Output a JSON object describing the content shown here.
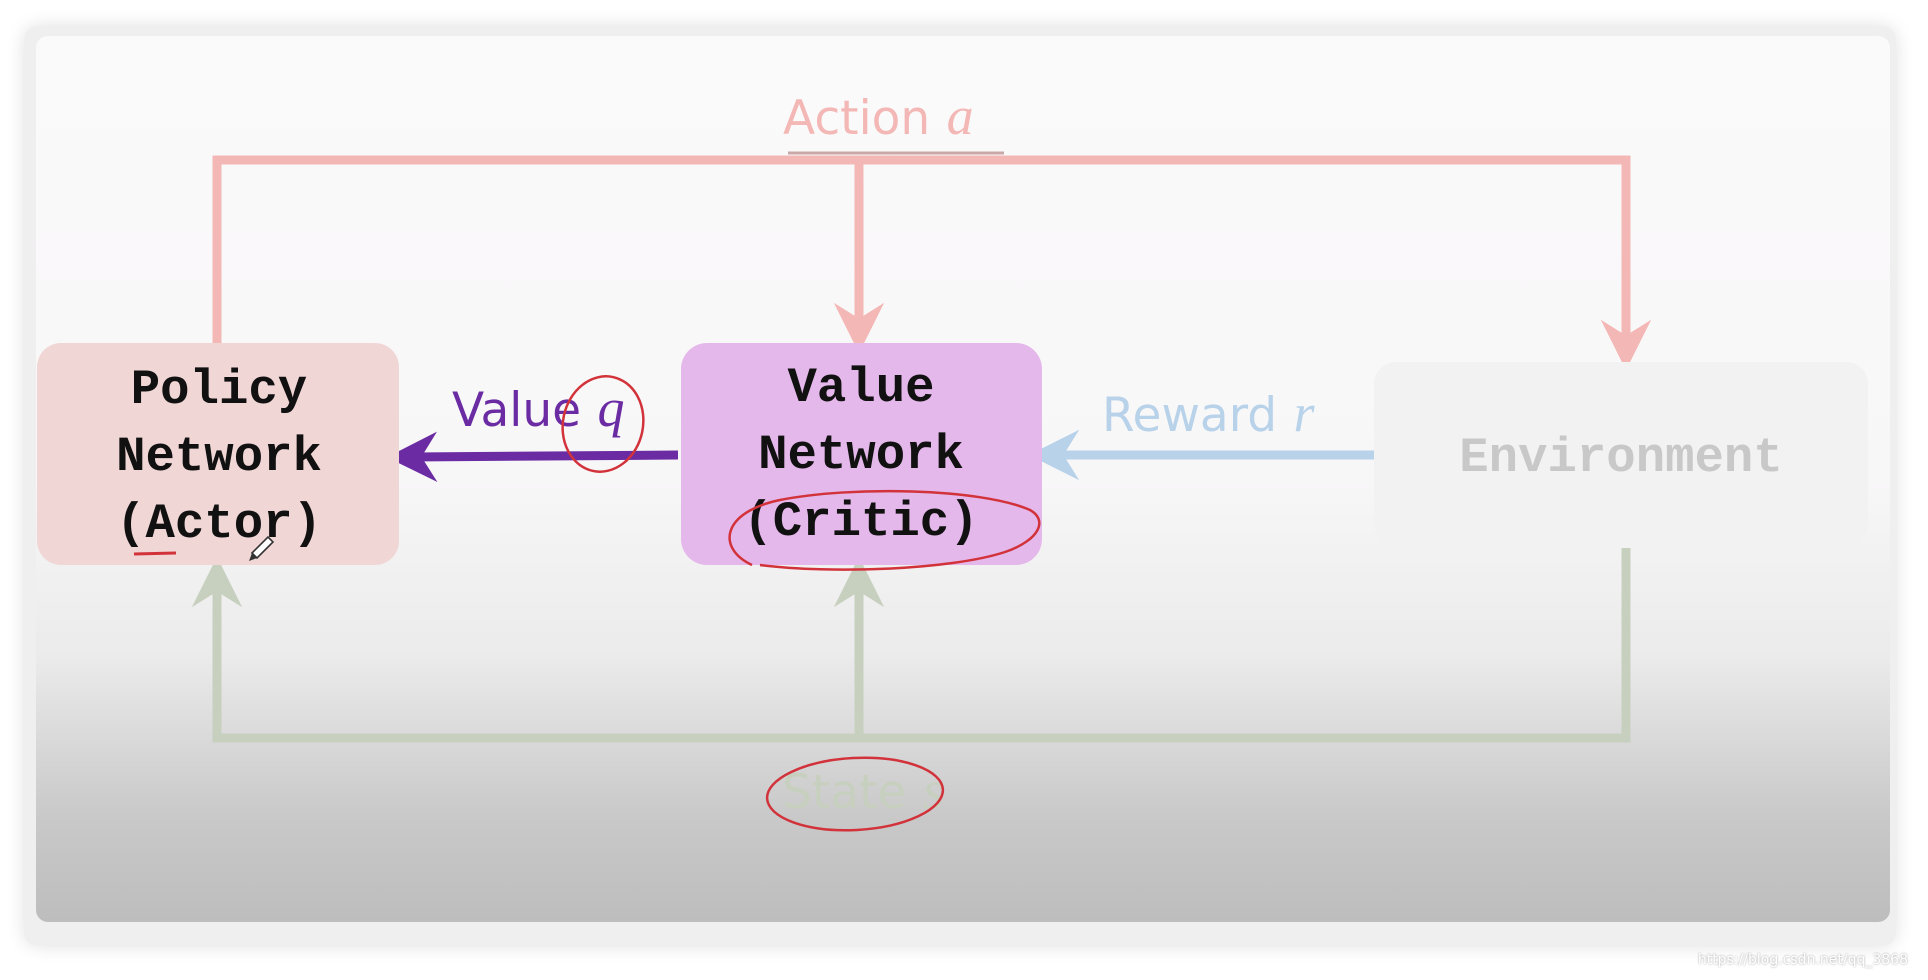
{
  "colors": {
    "action": "#f3b8b5",
    "value_arrow": "#6a2ba3",
    "reward": "#b8d2ea",
    "state": "#c7d0bf",
    "policy_box": "#f1d6d6",
    "value_box": "#e4b8ea",
    "env_box": "#f2f2f2",
    "annotation_red": "#d2323a"
  },
  "nodes": {
    "policy": {
      "line1": "Policy",
      "line2": "Network",
      "line3": "(Actor)"
    },
    "value": {
      "line1": "Value",
      "line2": "Network",
      "line3": "(Critic)"
    },
    "environment": {
      "label": "Environment"
    }
  },
  "edges": {
    "action": {
      "word": "Action",
      "symbol": "a"
    },
    "value_q": {
      "word": "Value",
      "symbol": "q"
    },
    "reward": {
      "word": "Reward",
      "symbol": "r"
    },
    "state": {
      "word": "State",
      "symbol": "s"
    }
  },
  "watermark": "https://blog.csdn.net/qq_3868"
}
